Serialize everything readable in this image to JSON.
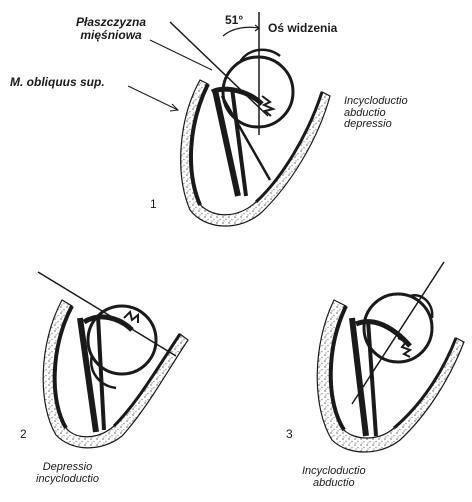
{
  "labels": {
    "plane_line1": "Płaszczyzna",
    "plane_line2": "mięśniowa",
    "angle": "51°",
    "visual_axis": "Oś widzenia",
    "muscle": "M. obliquus sup.",
    "fig1_action1": "Incycloductio",
    "fig1_action2": "abductio",
    "fig1_action3": "depressio",
    "fig1_number": "1",
    "fig2_number": "2",
    "fig2_action1": "Depressio",
    "fig2_action2": "incycloductio",
    "fig3_number": "3",
    "fig3_action1": "Incycloductio",
    "fig3_action2": "abductio"
  },
  "colors": {
    "ink": "#1a1a1a",
    "stipple": "#8a8a8a",
    "paper": "#ffffff"
  }
}
